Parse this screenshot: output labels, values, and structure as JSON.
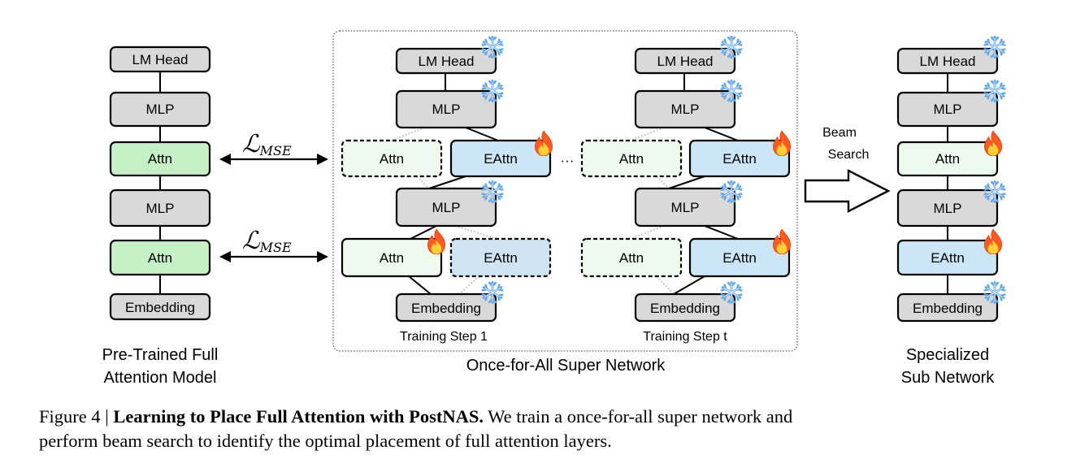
{
  "colors": {
    "gray_block": "#d9d9d9",
    "green_block": "#c6f1c6",
    "light_green_block": "#eefaee",
    "blue_block": "#cde6f7",
    "light_blue_block": "#cfe5f5",
    "stroke": "#000000",
    "ghost_line": "#c8c8c8",
    "snow": "#6aa9e8",
    "fire_outer": "#ff5a1f",
    "fire_inner": "#ffcf3a"
  },
  "icons": {
    "frozen": "snowflake-icon",
    "trainable": "fire-icon"
  },
  "left_model": {
    "blocks": [
      "LM Head",
      "MLP",
      "Attn",
      "MLP",
      "Attn",
      "Embedding"
    ],
    "caption_line1": "Pre-Trained Full",
    "caption_line2": "Attention Model"
  },
  "loss_label": {
    "symbol": "ℒ",
    "subscript": "MSE"
  },
  "super_network": {
    "caption": "Once-for-All Super Network",
    "block_labels": {
      "lm_head": "LM Head",
      "mlp": "MLP",
      "attn": "Attn",
      "eattn": "EAttn",
      "embedding": "Embedding"
    },
    "ellipsis": "···",
    "step1_label": "Training Step 1",
    "stept_label": "Training Step t"
  },
  "beam_search": {
    "line1": "Beam",
    "line2": "Search"
  },
  "right_model": {
    "blocks": [
      "LM Head",
      "MLP",
      "Attn",
      "MLP",
      "EAttn",
      "Embedding"
    ],
    "caption_line1": "Specialized",
    "caption_line2": "Sub Network"
  },
  "figure_caption": {
    "prefix": "Figure 4 | ",
    "title": "Learning to Place Full Attention with PostNAS.",
    "body_line1": " We train a once-for-all super network and",
    "body_line2": "perform beam search to identify the optimal placement of full attention layers."
  }
}
